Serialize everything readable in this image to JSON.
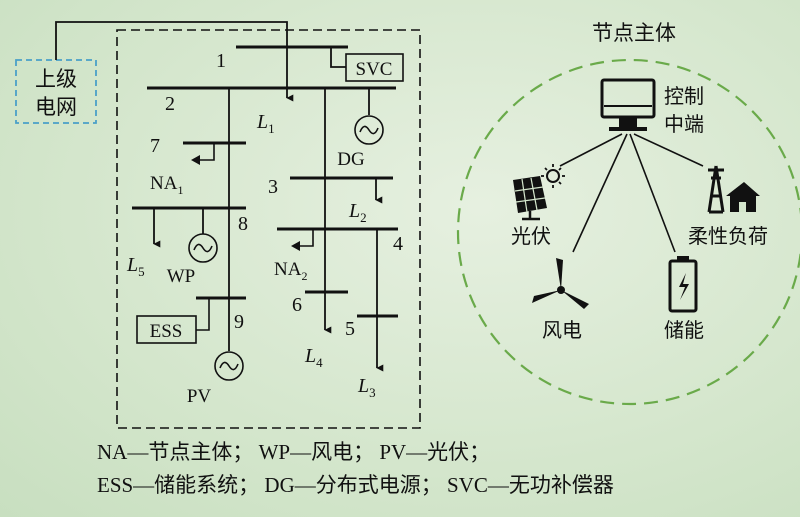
{
  "grid": {
    "label": "上级电网",
    "line1": "上级",
    "line2": "电网"
  },
  "buses": [
    "1",
    "2",
    "3",
    "4",
    "5",
    "6",
    "7",
    "8",
    "9"
  ],
  "loads": {
    "L1": "L",
    "L1_sub": "1",
    "L2": "L",
    "L2_sub": "2",
    "L3": "L",
    "L3_sub": "3",
    "L4": "L",
    "L4_sub": "4",
    "L5": "L",
    "L5_sub": "5"
  },
  "devices": {
    "svc": "SVC",
    "dg": "DG",
    "wp": "WP",
    "ess": "ESS",
    "pv": "PV",
    "na1": "NA",
    "na1_sub": "1",
    "na2": "NA",
    "na2_sub": "2"
  },
  "node_entity": {
    "title": "节点主体",
    "controller_line1": "控制",
    "controller_line2": "中端",
    "solar": "光伏",
    "flex_load": "柔性负荷",
    "wind": "风电",
    "storage": "储能"
  },
  "legend": {
    "line1": "NA—节点主体； WP—风电； PV—光伏；",
    "line2": "ESS—储能系统； DG—分布式电源； SVC—无功补偿器"
  },
  "colors": {
    "line": "#111111",
    "dashed_circle": "#6aaa4a",
    "grid_box": "#4aa0c8"
  }
}
